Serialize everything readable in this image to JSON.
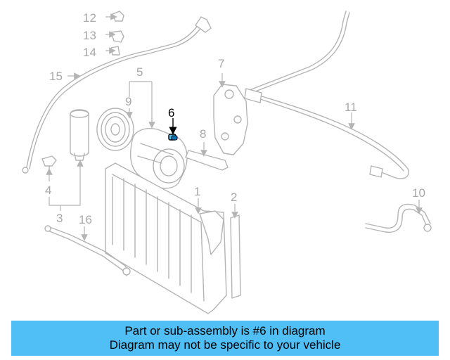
{
  "callouts": {
    "c1": "1",
    "c2": "2",
    "c3": "3",
    "c4": "4",
    "c5": "5",
    "c6": "6",
    "c7": "7",
    "c8": "8",
    "c9": "9",
    "c10": "10",
    "c11": "11",
    "c12": "12",
    "c13": "13",
    "c14": "14",
    "c15": "15",
    "c16": "16"
  },
  "highlight": {
    "part_number": "6",
    "color": "#4fbff5"
  },
  "colors": {
    "part_line": "#b4b4b4",
    "callout_text": "#a8a8a8",
    "banner_bg": "#4fbff5"
  },
  "banner": {
    "line1": "Part or sub-assembly is #6 in diagram",
    "line2": "Diagram may not be specific to your vehicle"
  }
}
